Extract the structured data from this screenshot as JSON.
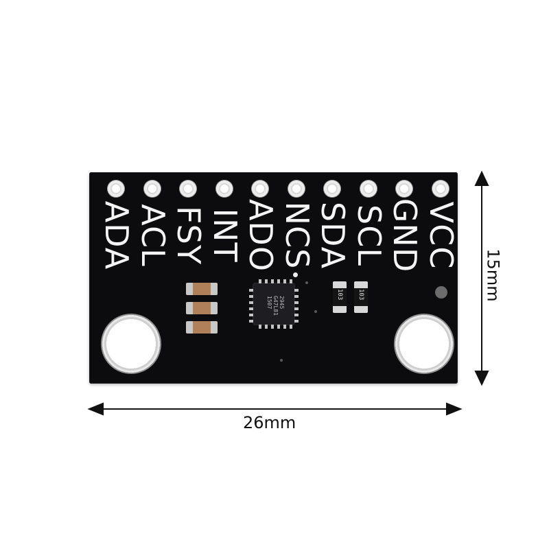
{
  "pin_labels": [
    "ADA",
    "ACL",
    "FSY",
    "INT",
    "ADO",
    "NCS",
    "SDA",
    "SCL",
    "GND",
    "VCC"
  ],
  "dimensions": {
    "height_label": "15mm",
    "width_label": "26mm"
  },
  "chip_marking": "2945\nG47L81\n1507",
  "resistor_markings": [
    "103",
    "103"
  ],
  "colors": {
    "board": "#0c0c0e",
    "silkscreen": "#f4f4f4",
    "arrow": "#111111"
  }
}
